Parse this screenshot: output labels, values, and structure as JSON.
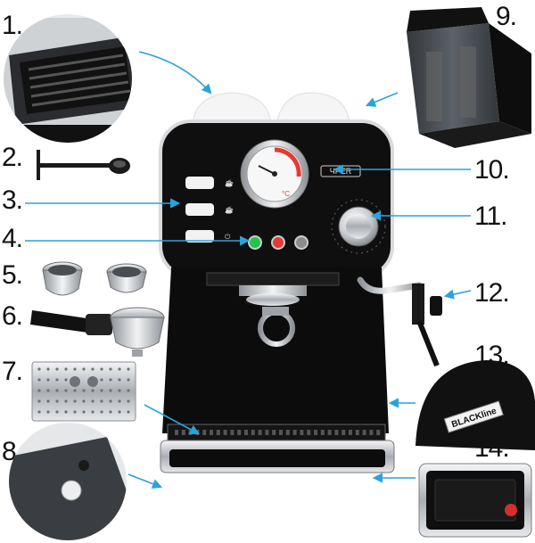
{
  "brand": {
    "gauge_logo": "ЧPER",
    "base_label": "BLACKline"
  },
  "gauge": {
    "unit": "°C"
  },
  "callouts": [
    {
      "id": "1",
      "label": "1."
    },
    {
      "id": "2",
      "label": "2."
    },
    {
      "id": "3",
      "label": "3."
    },
    {
      "id": "4",
      "label": "4."
    },
    {
      "id": "5",
      "label": "5."
    },
    {
      "id": "6",
      "label": "6."
    },
    {
      "id": "7",
      "label": "7."
    },
    {
      "id": "8",
      "label": "8."
    },
    {
      "id": "9",
      "label": "9."
    },
    {
      "id": "10",
      "label": "10."
    },
    {
      "id": "11",
      "label": "11."
    },
    {
      "id": "12",
      "label": "12."
    },
    {
      "id": "13",
      "label": "13."
    },
    {
      "id": "14",
      "label": "14."
    }
  ],
  "colors": {
    "arrow": "#2aa3dc",
    "body": "#111111",
    "chrome": "#c9ccd0",
    "led_green": "#27c24c",
    "led_red": "#e53935",
    "led_grey": "#8a8d90"
  }
}
